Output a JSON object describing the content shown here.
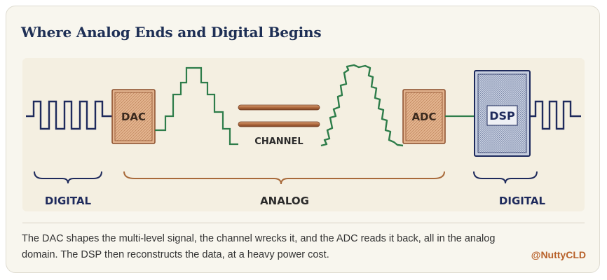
{
  "title": "Where Analog Ends and Digital Begins",
  "diagram": {
    "blocks": {
      "dac": "DAC",
      "adc": "ADC",
      "dsp": "DSP"
    },
    "channel_label": "CHANNEL",
    "domains": {
      "left": "DIGITAL",
      "middle": "ANALOG",
      "right": "DIGITAL"
    },
    "colors": {
      "digital_signal": "#1e2a5c",
      "analog_signal": "#2e7d4a",
      "analog_brace": "#a86a3a",
      "dac_adc_fill": "#d9a57e",
      "dsp_fill": "#8a9ab8"
    }
  },
  "caption": "The DAC shapes the multi-level signal, the channel wrecks it, and the ADC reads it back, all in the analog domain. The DSP then reconstructs the data, at a heavy power cost.",
  "handle": "@NuttyCLD"
}
